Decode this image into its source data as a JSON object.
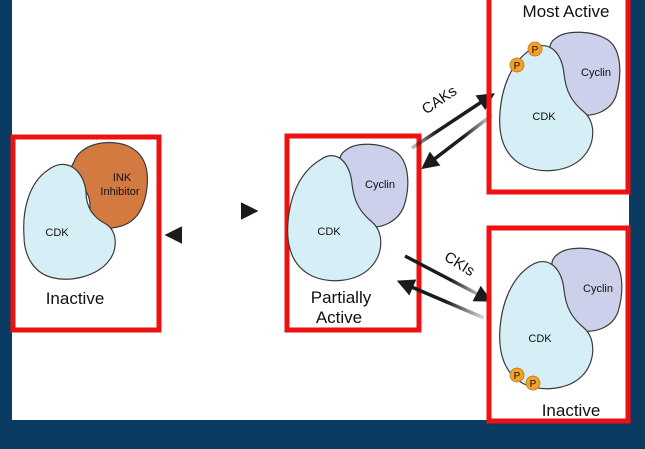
{
  "colors": {
    "background": "#0b3a63",
    "panel": "#ffffff",
    "highlight_box": "#ee1111",
    "cdk_fill": "#d6eef5",
    "cyclin_fill": "#ccd0ea",
    "ink_fill": "#d37a40",
    "phosphate": "#f4a12a",
    "arrow": "#1b1b1b"
  },
  "states": {
    "inactive_left": {
      "caption": "Inactive",
      "cdk": "CDK",
      "inhibitor": [
        "INK",
        "Inhibitor"
      ]
    },
    "partially_active": {
      "caption": [
        "Partially",
        "Active"
      ],
      "cdk": "CDK",
      "cyclin": "Cyclin"
    },
    "most_active": {
      "caption": "Most Active",
      "cdk": "CDK",
      "cyclin": "Cyclin",
      "phosphates": [
        "P",
        "P"
      ]
    },
    "inactive_right": {
      "caption": "Inactive",
      "cdk": "CDK",
      "cyclin": "Cyclin",
      "phosphates": [
        "P",
        "P"
      ]
    }
  },
  "arrows": {
    "activate": "CAKs",
    "inhibit": "CKIs"
  }
}
